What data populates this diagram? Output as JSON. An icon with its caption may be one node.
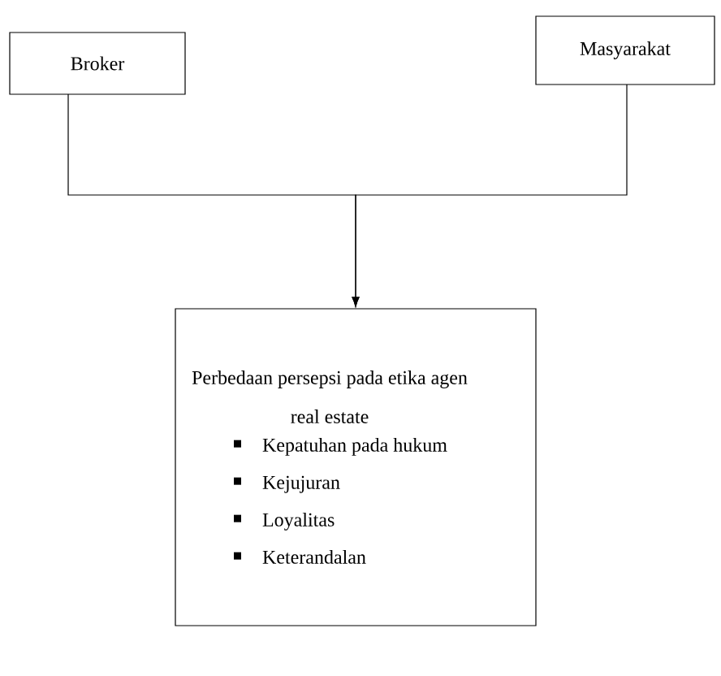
{
  "diagram": {
    "nodes": [
      {
        "text": [
          "Broker"
        ]
      },
      {
        "text": [
          "Masyarakat"
        ]
      },
      {
        "text": [
          "Perbedaan persepsi pada etika agen real estate",
          "Kepatuhan pada hukum",
          "Kejujuran",
          "Loyalitas",
          "Keterandalan"
        ]
      }
    ],
    "edges": [
      {
        "from": 0,
        "to": 2,
        "arrow": "to"
      },
      {
        "from": 1,
        "to": 2,
        "arrow": "to"
      }
    ]
  }
}
